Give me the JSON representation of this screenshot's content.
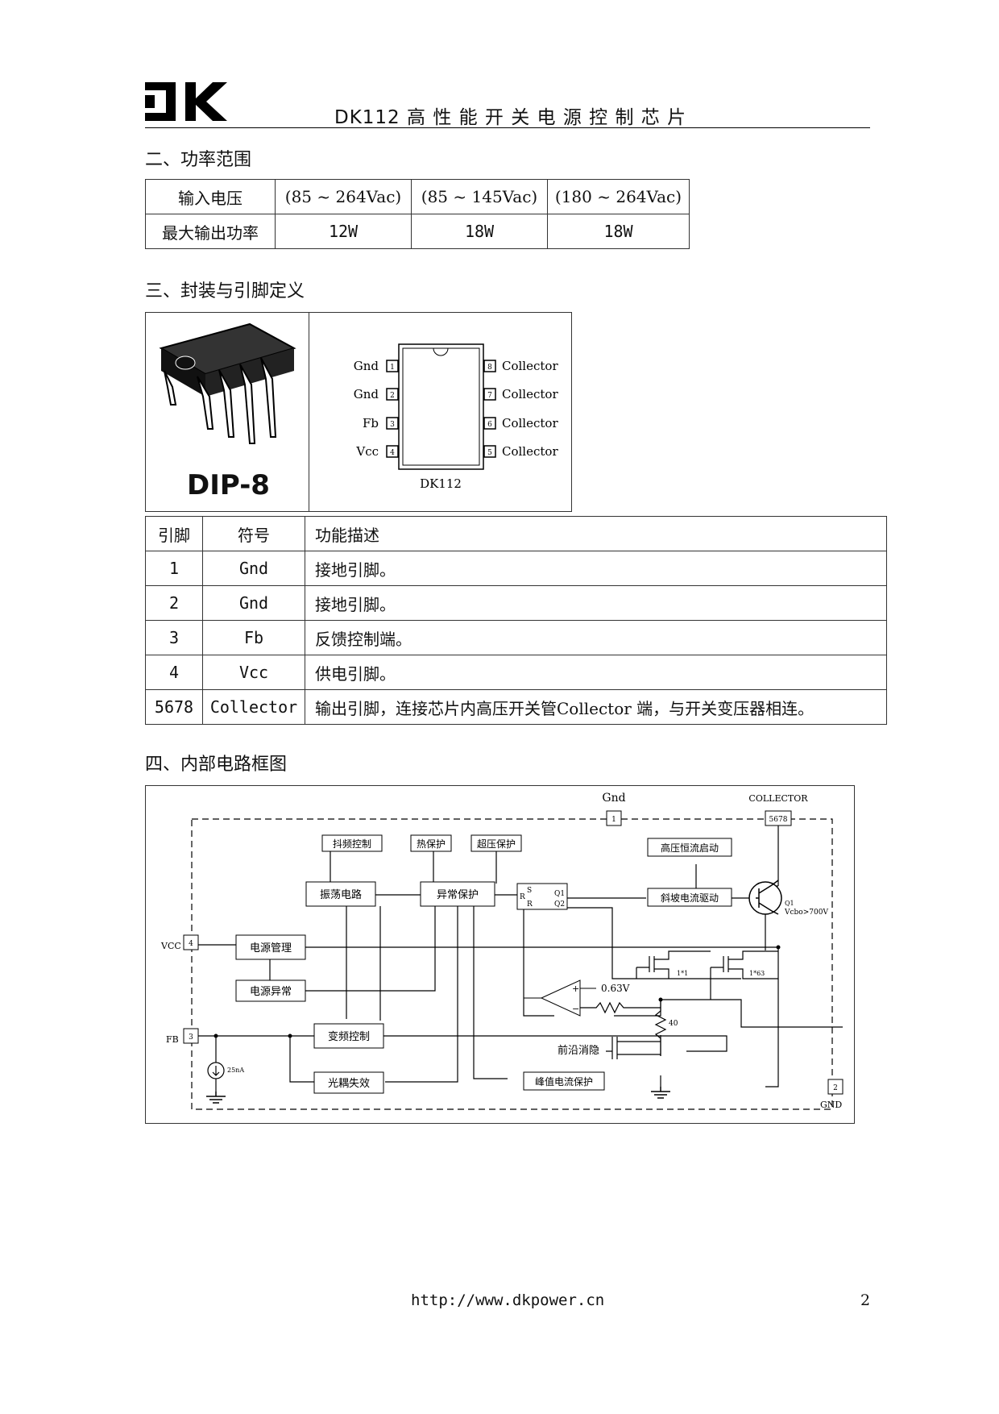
{
  "header": {
    "logo_text": "DK",
    "title": "DK112 高 性 能 开 关 电 源 控 制 芯 片"
  },
  "section2": {
    "heading": "二、功率范围",
    "row1": [
      "输入电压",
      "(85 ~ 264Vac)",
      "(85 ~ 145Vac)",
      "(180 ~ 264Vac)"
    ],
    "row2": [
      "最大输出功率",
      "12W",
      "18W",
      "18W"
    ]
  },
  "section3": {
    "heading": "三、封装与引脚定义",
    "package_label": "DIP-8",
    "chip_name": "DK112",
    "left_pins": [
      {
        "name": "Gnd",
        "num": "1"
      },
      {
        "name": "Gnd",
        "num": "2"
      },
      {
        "name": "Fb",
        "num": "3"
      },
      {
        "name": "Vcc",
        "num": "4"
      }
    ],
    "right_pins": [
      {
        "name": "Collector",
        "num": "8"
      },
      {
        "name": "Collector",
        "num": "7"
      },
      {
        "name": "Collector",
        "num": "6"
      },
      {
        "name": "Collector",
        "num": "5"
      }
    ],
    "pin_table": {
      "headers": [
        "引脚",
        "符号",
        "功能描述"
      ],
      "rows": [
        [
          "1",
          "Gnd",
          "接地引脚。"
        ],
        [
          "2",
          "Gnd",
          "接地引脚。"
        ],
        [
          "3",
          "Fb",
          "反馈控制端。"
        ],
        [
          "4",
          "Vcc",
          "供电引脚。"
        ],
        [
          "5678",
          "Collector",
          "输出引脚，连接芯片内高压开关管Collector 端，与开关变压器相连。"
        ]
      ]
    }
  },
  "section4": {
    "heading": "四、内部电路框图",
    "labels": {
      "gnd_top": "Gnd",
      "gnd_top_pin": "1",
      "collector_top": "COLLECTOR",
      "collector_pin": "5678",
      "vcc": "VCC",
      "vcc_pin": "4",
      "fb": "FB",
      "fb_pin": "3",
      "gnd_bottom": "GND",
      "gnd_bottom_pin": "2",
      "jitter": "抖频控制",
      "thermal": "热保护",
      "overvolt": "超压保护",
      "hv_start": "高压恒流启动",
      "oscillator": "振荡电路",
      "abnormal": "异常保护",
      "ramp_drive": "斜坡电流驱动",
      "power_mgmt": "电源管理",
      "power_abn": "电源异常",
      "freq_ctrl": "变频控制",
      "opto_fail": "光耦失效",
      "peak_prot": "峰值电流保护",
      "leb": "前沿消隐",
      "q1": "Q1",
      "vcbo": "Vcbo>700V",
      "ff_s": "S",
      "ff_r1": "R",
      "ff_r2": "R",
      "ff_q1": "Q1",
      "ff_q2": "Q2",
      "vref": "0.63V",
      "m1": "1*1",
      "m2": "1*63",
      "r40": "40",
      "i25": "25nA",
      "plus": "+",
      "minus": "−"
    }
  },
  "footer": {
    "url": "http://www.dkpower.cn",
    "page": "2"
  }
}
